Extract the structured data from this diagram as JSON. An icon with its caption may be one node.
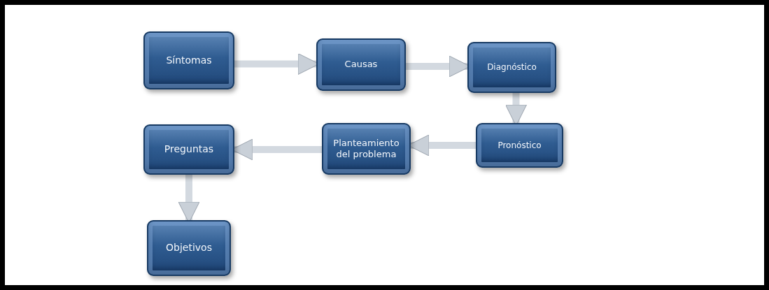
{
  "diagram": {
    "nodes": [
      {
        "text": [
          "Síntomas"
        ]
      },
      {
        "text": [
          "Causas"
        ]
      },
      {
        "text": [
          "Diagnóstico"
        ]
      },
      {
        "text": [
          "Pronóstico"
        ]
      },
      {
        "text": [
          "Planteamiento del problema"
        ]
      },
      {
        "text": [
          "Preguntas"
        ]
      },
      {
        "text": [
          "Objetivos"
        ]
      }
    ],
    "edges": [
      {
        "from": 0,
        "to": 1,
        "arrow": "to"
      },
      {
        "from": 1,
        "to": 2,
        "arrow": "to"
      },
      {
        "from": 2,
        "to": 3,
        "arrow": "to"
      },
      {
        "from": 3,
        "to": 4,
        "arrow": "to"
      },
      {
        "from": 4,
        "to": 5,
        "arrow": "to"
      },
      {
        "from": 5,
        "to": 6,
        "arrow": "to"
      }
    ]
  }
}
